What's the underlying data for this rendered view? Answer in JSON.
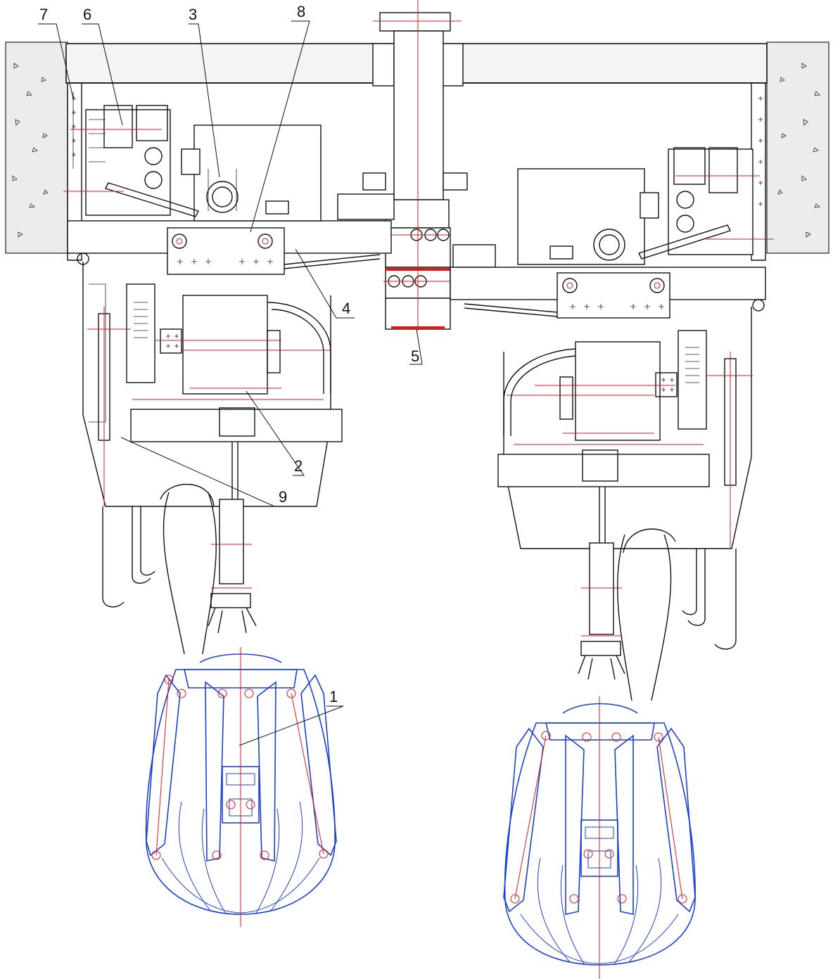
{
  "callouts": [
    {
      "id": "c7",
      "text": "7"
    },
    {
      "id": "c6",
      "text": "6"
    },
    {
      "id": "c3",
      "text": "3"
    },
    {
      "id": "c8",
      "text": "8"
    },
    {
      "id": "c4",
      "text": "4"
    },
    {
      "id": "c5",
      "text": "5"
    },
    {
      "id": "c2",
      "text": "2"
    },
    {
      "id": "c9",
      "text": "9"
    },
    {
      "id": "c1",
      "text": "1"
    }
  ],
  "colors": {
    "line": "#111111",
    "centerline": "#e01818",
    "grab": "#1a3fd6",
    "wall": "#ececec"
  }
}
